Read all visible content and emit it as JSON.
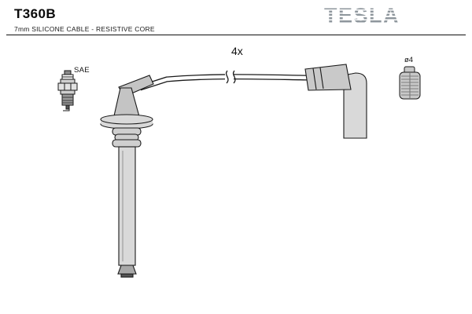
{
  "header": {
    "part_number": "T360B",
    "subtitle": "7mm SILICONE CABLE - RESISTIVE CORE",
    "brand": "TESLA"
  },
  "labels": {
    "spark_plug_standard": "SAE",
    "quantity": "4x",
    "terminal_diameter": "ø4"
  },
  "colors": {
    "outline": "#1a1a1a",
    "fill_light": "#d9d9d9",
    "fill_mid": "#c4c4c4",
    "fill_dark": "#9a9a9a",
    "brand_gray": "#8e969c"
  }
}
